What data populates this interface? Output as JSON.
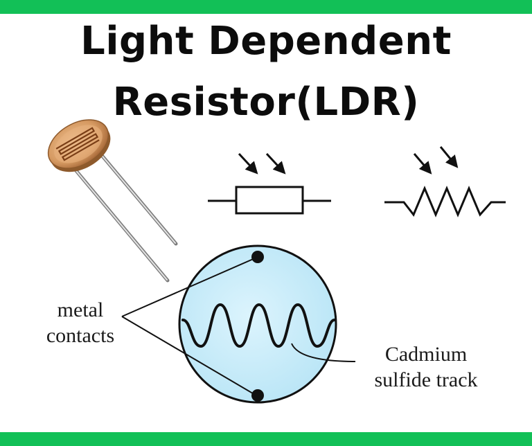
{
  "title": {
    "line1": "Light Dependent",
    "line2": "Resistor(LDR)"
  },
  "labels": {
    "metal_contacts": [
      "metal",
      "contacts"
    ],
    "cadmium_track": [
      "Cadmium",
      "sulfide track"
    ]
  },
  "colors": {
    "accent_bar": "#12c057",
    "circle_fill": "#cfeefb",
    "ink": "#111111"
  }
}
